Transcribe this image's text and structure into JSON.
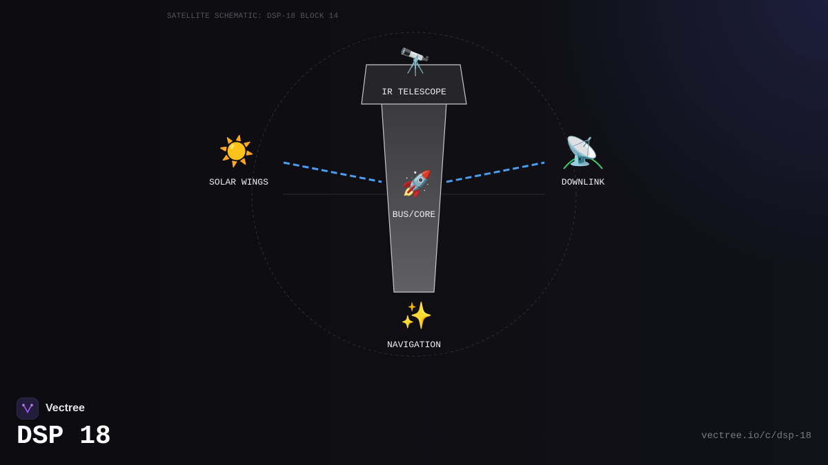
{
  "header": {
    "schematic_label": "SATELLITE SCHEMATIC: DSP-18 BLOCK 14"
  },
  "diagram": {
    "nodes": [
      {
        "id": "ir-telescope",
        "label": "IR TELESCOPE",
        "icon": "telescope-icon",
        "glyph": "🔭"
      },
      {
        "id": "solar-wings",
        "label": "SOLAR WINGS",
        "icon": "sun-icon",
        "glyph": "☀️"
      },
      {
        "id": "bus-core",
        "label": "BUS/CORE",
        "icon": "rocket-icon",
        "glyph": "🚀"
      },
      {
        "id": "downlink",
        "label": "DOWNLINK",
        "icon": "satellite-dish-icon",
        "glyph": "📡"
      },
      {
        "id": "navigation",
        "label": "NAVIGATION",
        "icon": "sparkles-icon",
        "glyph": "✨"
      }
    ],
    "connections": [
      {
        "from": "solar-wings",
        "to": "bus-core",
        "style": "dashed"
      },
      {
        "from": "bus-core",
        "to": "downlink",
        "style": "dashed"
      }
    ],
    "colors": {
      "connector": "#4a9ff5",
      "hull_fill": "#55555a",
      "telescope_fill": "#262628",
      "outline": "#c8c8cc",
      "downlink_arc": "#3fd06a"
    }
  },
  "brand": {
    "name": "Vectree",
    "icon": "vectree-logo-icon",
    "accent": "#b05cf0"
  },
  "footer": {
    "title": "DSP 18",
    "url": "vectree.io/c/dsp-18"
  }
}
